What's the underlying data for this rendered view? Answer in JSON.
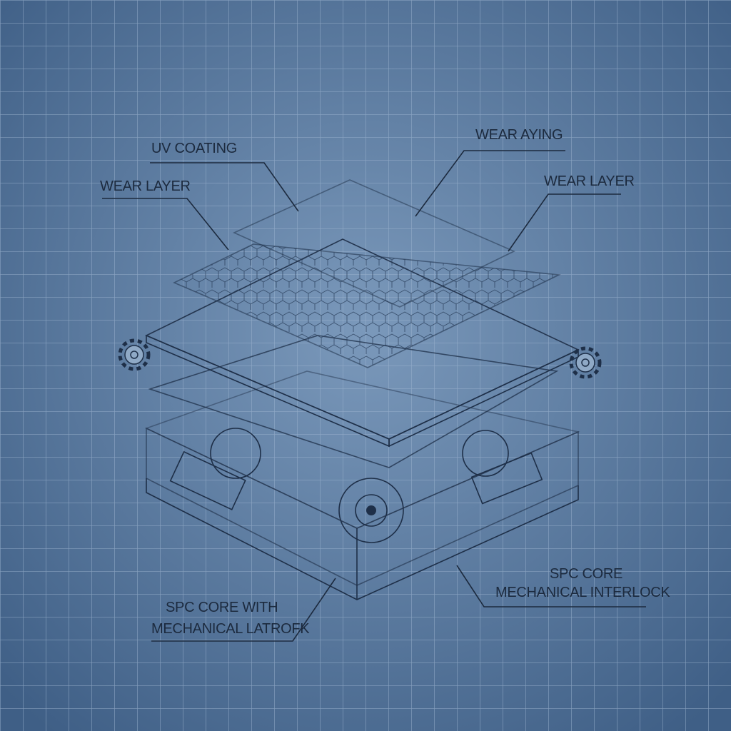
{
  "colors": {
    "background": "#5a7aa0",
    "grid": "#9fb6d0",
    "ink": "#1c2a3e",
    "sheet": "#c9d7e6"
  },
  "labels": {
    "uv_coating": "UV COATING",
    "wear_layer_left": "WEAR LAYER",
    "wear_aying": "WEAR AYING",
    "wear_layer_right": "WEAR LAYER",
    "spc_core_right_line1": "SPC CORE",
    "spc_core_right_line2": "MECHANICAL INTERLOCK",
    "spc_core_left_line1": "SPC CORE WITH",
    "spc_core_left_line2": "MECHANICAL LATROFK"
  },
  "icons": [
    "gear-icon-left",
    "gear-icon-right"
  ]
}
